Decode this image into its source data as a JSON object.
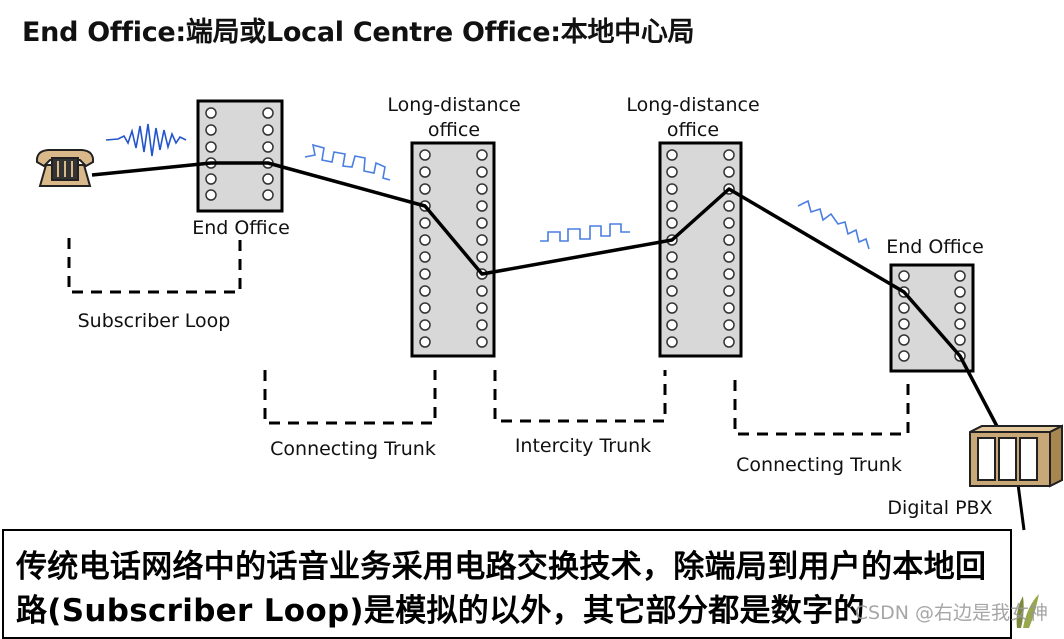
{
  "title": "End Office:端局或Local Centre Office:本地中心局",
  "labels": {
    "end_office_left": "End Office",
    "end_office_right": "End Office",
    "long_distance_1": "Long-distance\noffice",
    "long_distance_2": "Long-distance\noffice",
    "subscriber_loop": "Subscriber Loop",
    "connecting_trunk_1": "Connecting Trunk",
    "intercity_trunk": "Intercity Trunk",
    "connecting_trunk_2": "Connecting Trunk",
    "digital_pbx": "Digital PBX"
  },
  "caption": "传统电话网络中的话音业务采用电路交换技术，除端局到用户的本地回路(Subscriber Loop)是模拟的以外，其它部分都是数字的",
  "watermark": "CSDN @右边是我女神",
  "colors": {
    "office_fill": "#d8d8d8",
    "signal": "#3a6fd8",
    "line": "#000000",
    "phone": "#d9b98a"
  },
  "icons": [
    "telephone-icon",
    "pbx-icon",
    "analog-wave-icon",
    "digital-square-wave-icon"
  ]
}
